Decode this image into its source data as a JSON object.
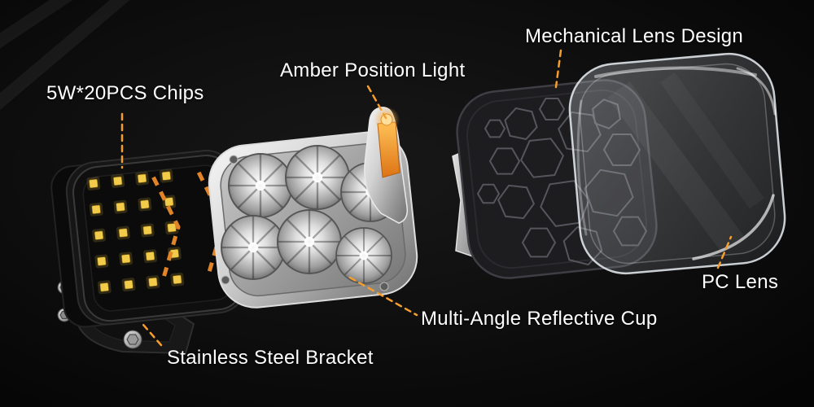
{
  "colors": {
    "background": "#070707",
    "label_text": "#ffffff",
    "leader_line": "#f59e2e",
    "led_chip": "#f2cb4a",
    "amber_light": "#f08a1d",
    "chrome": "#cfcfcf",
    "housing": "#121212"
  },
  "callouts": [
    {
      "id": "chips",
      "text": "5W*20PCS Chips"
    },
    {
      "id": "amber-position-light",
      "text": "Amber Position Light"
    },
    {
      "id": "mechanical-lens-design",
      "text": "Mechanical Lens Design"
    },
    {
      "id": "stainless-steel-bracket",
      "text": "Stainless Steel Bracket"
    },
    {
      "id": "multi-angle-reflective-cup",
      "text": "Multi-Angle Reflective Cup"
    },
    {
      "id": "pc-lens",
      "text": "PC Lens"
    }
  ]
}
